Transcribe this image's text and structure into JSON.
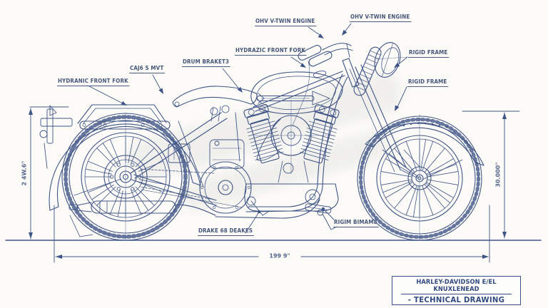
{
  "page": {
    "background": "#fcfbf8",
    "ink_color": "#3f5486",
    "label_color": "#46567a",
    "subject": "motorcycle side-view technical blueprint"
  },
  "callouts": [
    {
      "id": "hydranic-front-fork-left",
      "text": "HYDRANIC FRONT FORK"
    },
    {
      "id": "caj6-s-mvt",
      "text": "CAJ6 S MVT"
    },
    {
      "id": "drum-braket3",
      "text": "DRUM BRAKET3"
    },
    {
      "id": "hydrazic-front-fork",
      "text": "HYDRAZIC FRONT FORK"
    },
    {
      "id": "ohv-v-twin-engine-1",
      "text": "OHV V-TWIN ENGINE"
    },
    {
      "id": "ohv-v-twin-engine-2",
      "text": "OHV V-TWIN ENGINE"
    },
    {
      "id": "rigid-frame-1",
      "text": "RIGID FRAME"
    },
    {
      "id": "rigid-frame-2",
      "text": "RIGID FRAME"
    },
    {
      "id": "drake-68-deakes",
      "text": "DRAKE 68 DEAKES"
    },
    {
      "id": "rigim-bimam8",
      "text": "RIGIM BIMAM8"
    }
  ],
  "dimensions": {
    "left_height": "2 4W.6\"",
    "right_height": "30.000\"",
    "bottom_length": "199 9\""
  },
  "title_block": {
    "line1": "HARLEY-DAVIDSON E/EL KNUXLENEAD",
    "line2": "- TECHNICAL DRAWING"
  }
}
